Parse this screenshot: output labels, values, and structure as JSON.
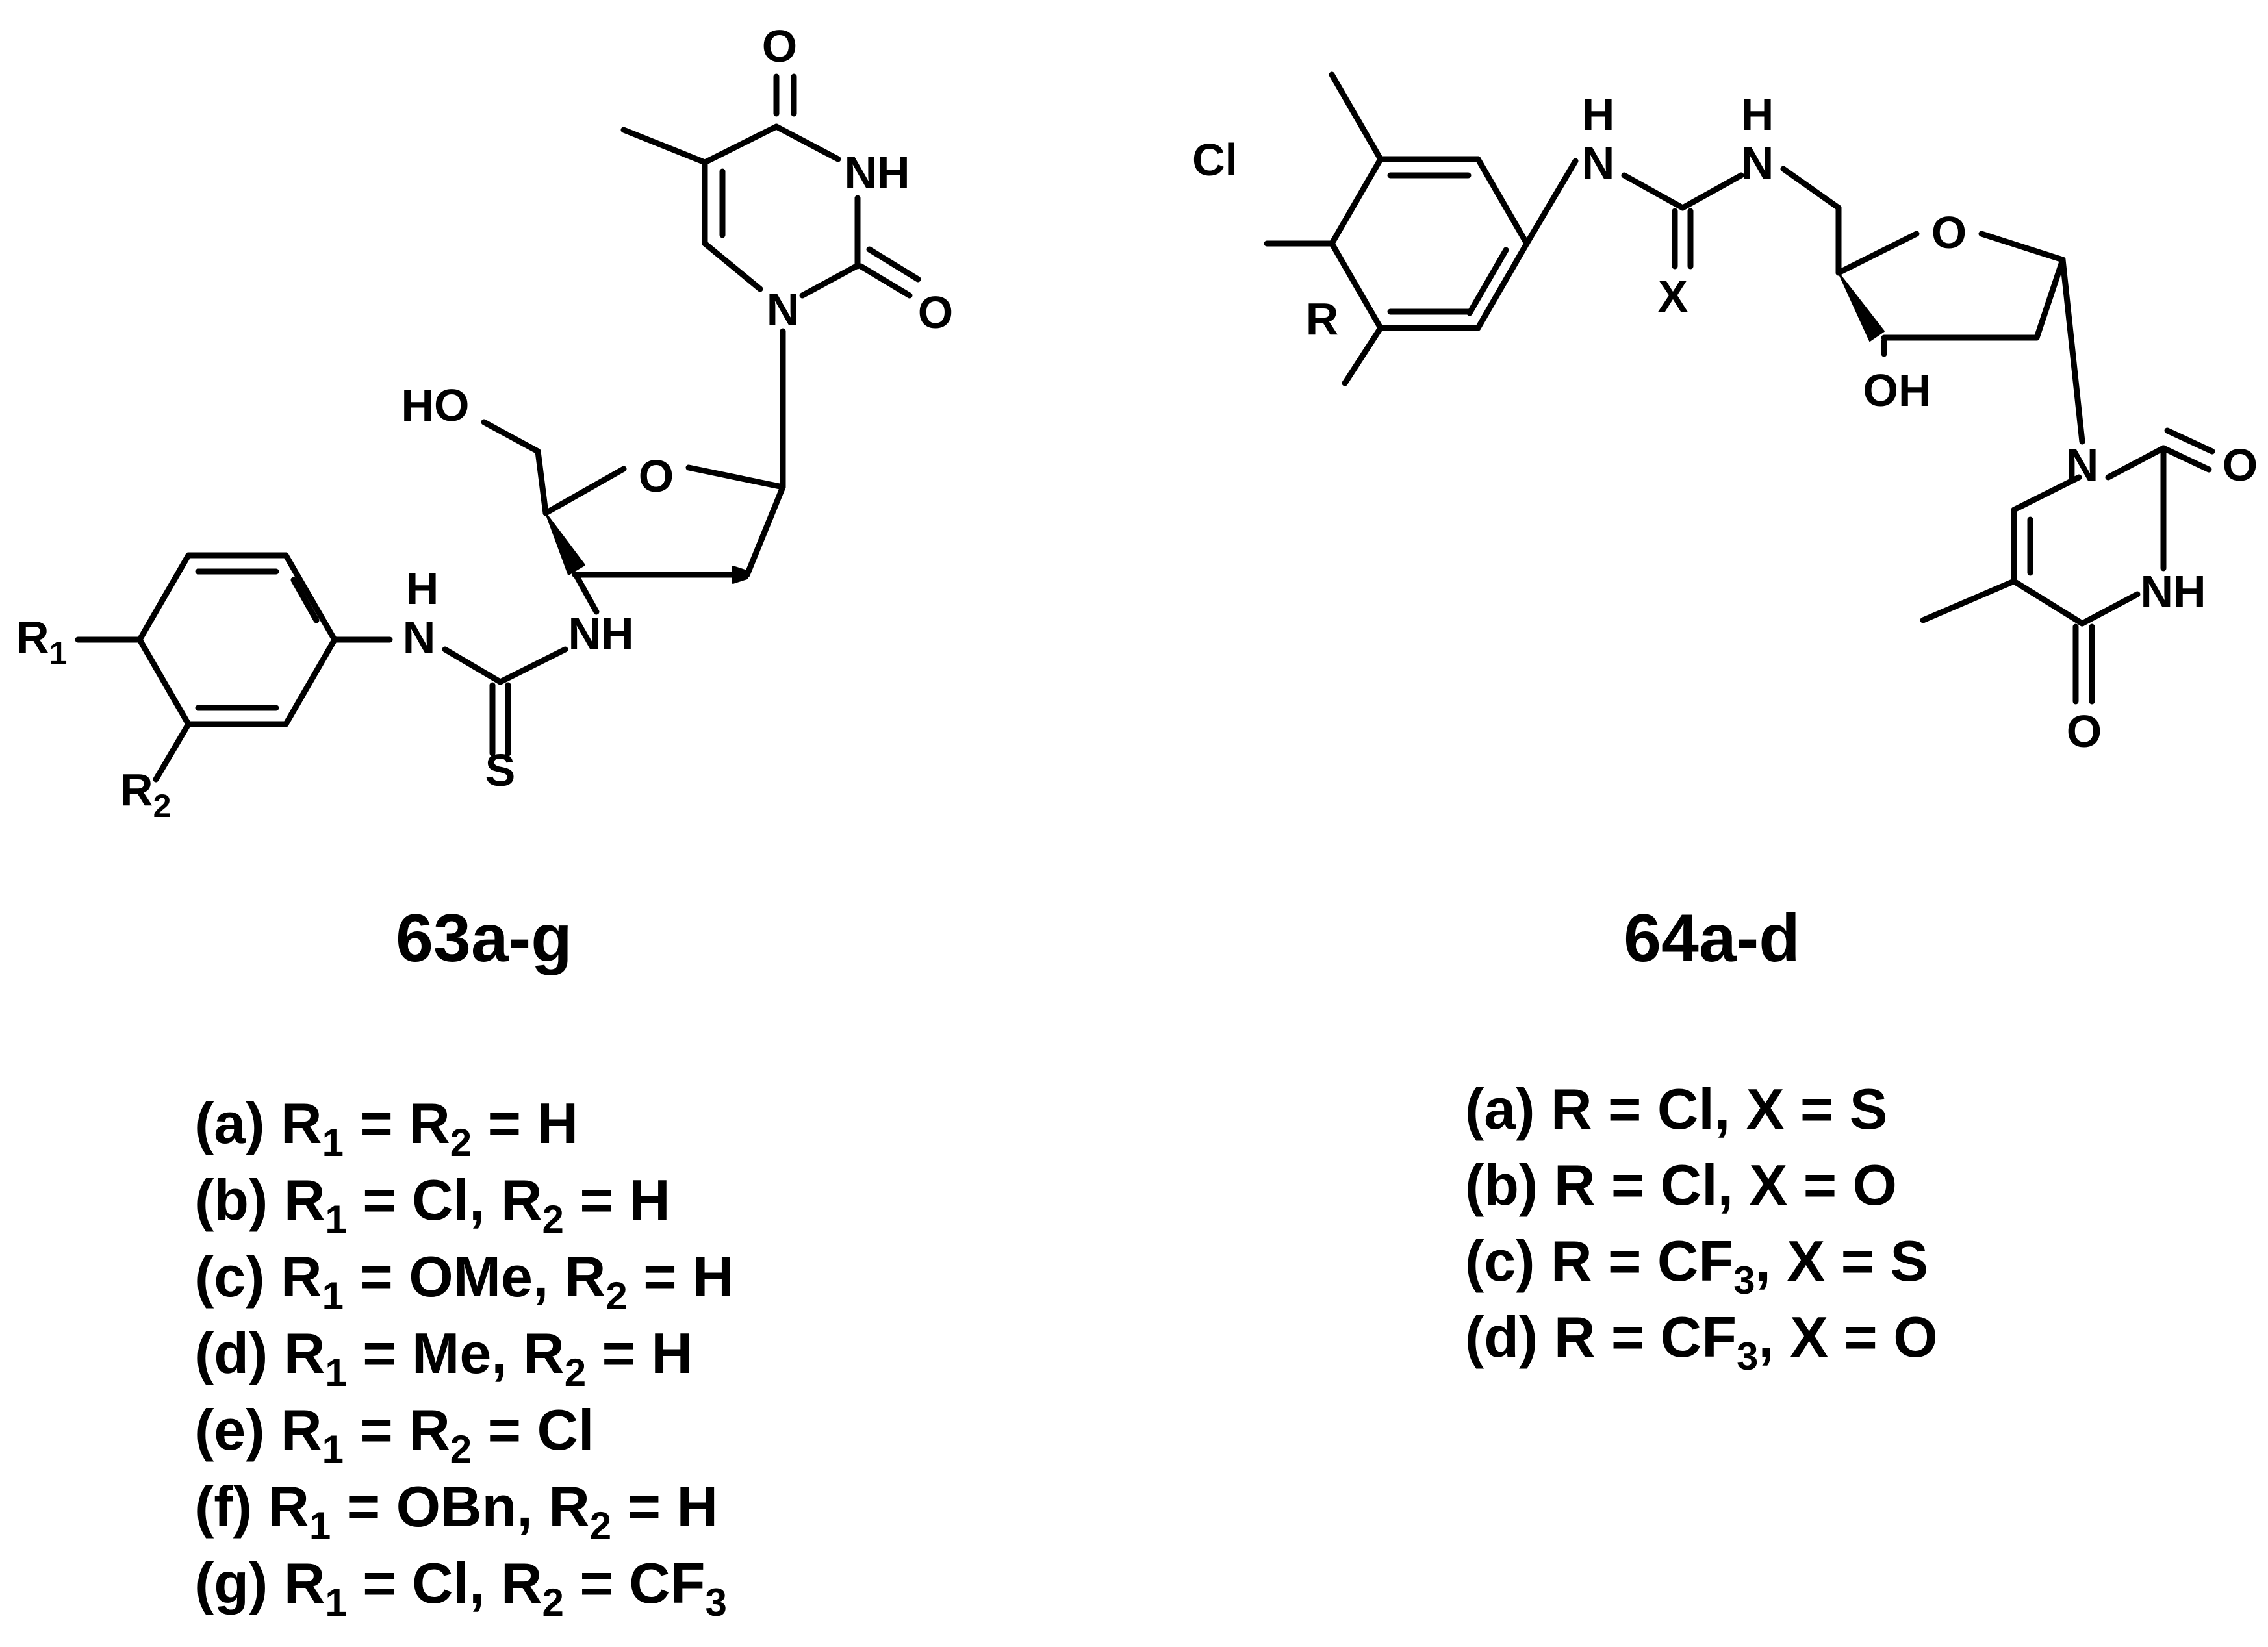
{
  "compound_63": {
    "id": "63a-g",
    "atoms": {
      "o_top": "O",
      "nh_ring": "NH",
      "o_right": "O",
      "n_ring": "N",
      "ho": "HO",
      "o_sugar": "O",
      "r1": "R",
      "r1_sub": "1",
      "r2": "R",
      "r2_sub": "2",
      "h_top": "H",
      "n_left": "N",
      "nh_right": "NH",
      "s": "S"
    },
    "variants": [
      {
        "label": "(a) R",
        "s1": "1",
        "mid": " = R",
        "s2": "2",
        "rest": " = H"
      },
      {
        "label": "(b) R",
        "s1": "1",
        "mid": " = Cl, R",
        "s2": "2",
        "rest": " = H"
      },
      {
        "label": "(c) R",
        "s1": "1",
        "mid": " = OMe, R",
        "s2": "2",
        "rest": " = H"
      },
      {
        "label": "(d) R",
        "s1": "1",
        "mid": " = Me, R",
        "s2": "2",
        "rest": " = H"
      },
      {
        "label": "(e) R",
        "s1": "1",
        "mid": " = R",
        "s2": "2",
        "rest": " = Cl"
      },
      {
        "label": "(f) R",
        "s1": "1",
        "mid": " = OBn, R",
        "s2": "2",
        "rest": " = H"
      },
      {
        "label": "(g) R",
        "s1": "1",
        "mid": " = Cl, R",
        "s2": "2",
        "rest": " = CF",
        "s3": "3"
      }
    ]
  },
  "compound_64": {
    "id": "64a-d",
    "atoms": {
      "cl": "Cl",
      "r": "R",
      "h_left": "H",
      "n_left": "N",
      "h_right": "H",
      "n_right": "N",
      "x": "X",
      "o_sugar": "O",
      "oh": "OH",
      "n_ring": "N",
      "o_right": "O",
      "nh_ring": "NH",
      "o_bottom": "O"
    },
    "variants": [
      {
        "text": "(a) R = Cl, X = S"
      },
      {
        "text": "(b) R = Cl, X = O"
      },
      {
        "pre": "(c) R = CF",
        "sub": "3",
        "post": ", X = S"
      },
      {
        "pre": "(d) R = CF",
        "sub": "3",
        "post": ", X = O"
      }
    ]
  }
}
